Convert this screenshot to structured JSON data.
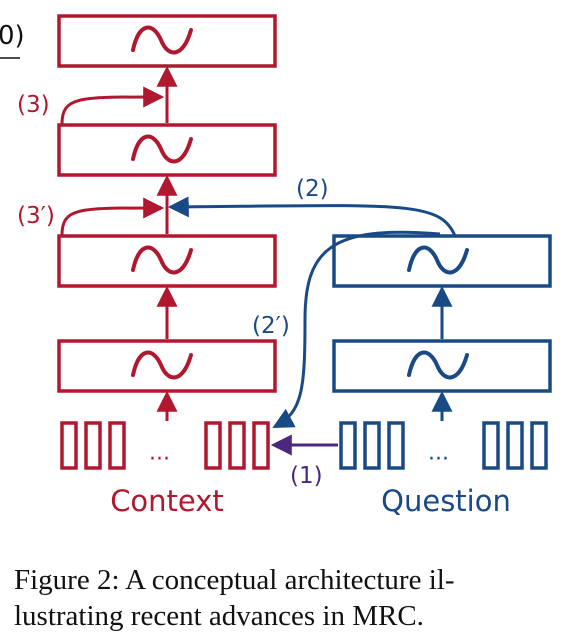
{
  "colors": {
    "context": "#b0182f",
    "question": "#1a4a86",
    "cross": "#4a2880"
  },
  "labels": {
    "context": "Context",
    "question": "Question",
    "step1": "(1)",
    "step2": "(2)",
    "step2p": "(2′)",
    "step3": "(3)",
    "step3p": "(3′)",
    "ellipsis_context": "···",
    "ellipsis_question": "···",
    "corner": "0)"
  },
  "caption": {
    "line1": "Figure 2: A conceptual architecture il-",
    "line2": "lustrating recent advances in MRC."
  },
  "icons": {
    "layer_symbol": "tilde-icon"
  }
}
